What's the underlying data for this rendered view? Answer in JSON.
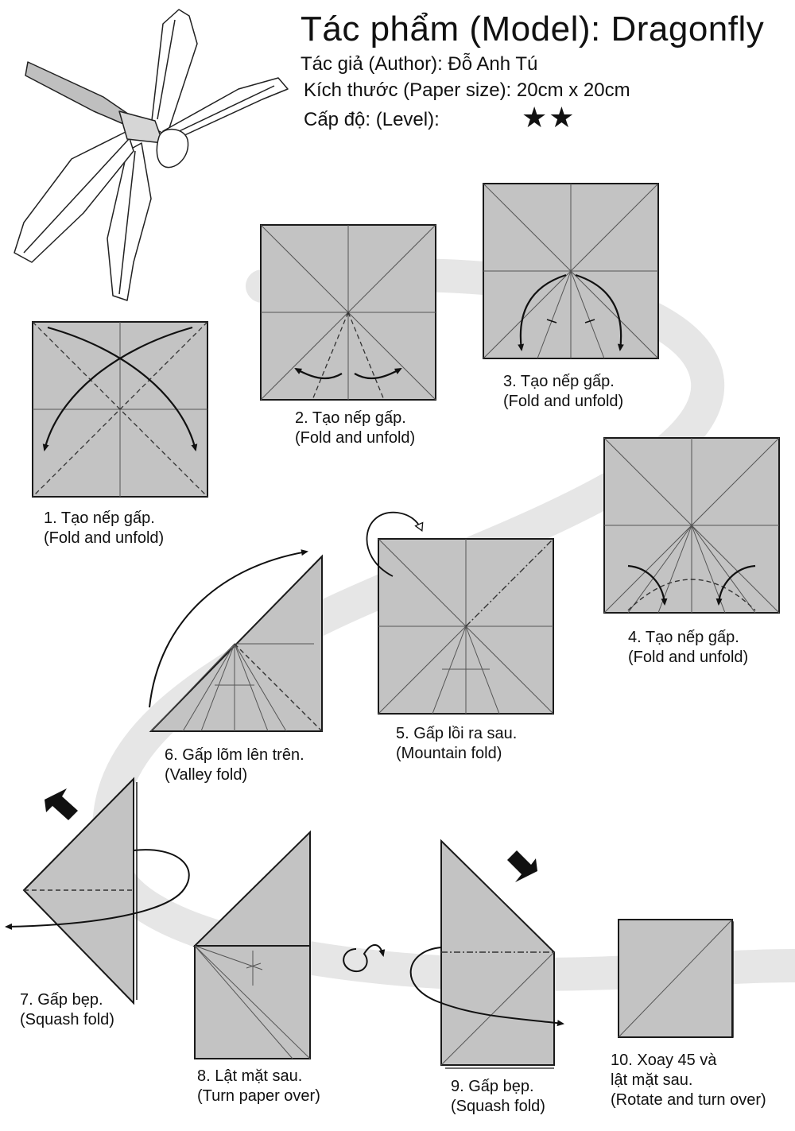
{
  "header": {
    "title": "Tác phẩm (Model): Dragonfly",
    "author": "Tác giả (Author): Đỗ Anh Tú",
    "paper_size": "Kích thước (Paper size): 20cm x 20cm",
    "level_label": "Cấp độ: (Level):",
    "level_stars": "★★",
    "level_value": 2
  },
  "steps": [
    {
      "number": 1,
      "line1": "1. Tạo nếp gấp.",
      "line2": "(Fold and unfold)"
    },
    {
      "number": 2,
      "line1": "2. Tạo nếp gấp.",
      "line2": "(Fold and unfold)"
    },
    {
      "number": 3,
      "line1": "3. Tạo nếp gấp.",
      "line2": "(Fold and unfold)"
    },
    {
      "number": 4,
      "line1": "4. Tạo nếp gấp.",
      "line2": "(Fold and unfold)"
    },
    {
      "number": 5,
      "line1": "5. Gấp lồi ra sau.",
      "line2": "(Mountain fold)"
    },
    {
      "number": 6,
      "line1": "6. Gấp lõm lên trên.",
      "line2": "(Valley fold)"
    },
    {
      "number": 7,
      "line1": "7. Gấp bẹp.",
      "line2": "(Squash fold)"
    },
    {
      "number": 8,
      "line1": "8. Lật mặt sau.",
      "line2": "(Turn paper over)"
    },
    {
      "number": 9,
      "line1": "9. Gấp bẹp.",
      "line2": "(Squash fold)"
    },
    {
      "number": 10,
      "line1": "10. Xoay 45 và",
      "line2": "lật mặt sau.",
      "line3": "(Rotate and turn over)"
    }
  ],
  "colors": {
    "paper": "#c3c3c3",
    "paper_edge": "#1a1a1a",
    "path_band": "#e6e6e6",
    "crease": "#555555",
    "arrow": "#111111"
  }
}
